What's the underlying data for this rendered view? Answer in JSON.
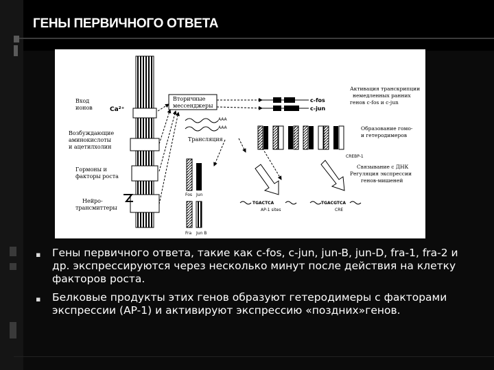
{
  "slide": {
    "title": "ГЕНЫ ПЕРВИЧНОГО ОТВЕТА"
  },
  "figure": {
    "labels": {
      "ion_entry": [
        "Вход",
        "ионов"
      ],
      "ca": "Ca²⁺",
      "excitatory": [
        "Возбуждающие",
        "аминокислоты",
        "и ацетилхолин"
      ],
      "hormones": [
        "Гормоны и",
        "факторы роста"
      ],
      "neuro": [
        "Нейро-",
        "трансмиттеры"
      ],
      "second_messengers": [
        "Вторичные",
        "мессенджеры"
      ],
      "aaa1": "AAA",
      "aaa2": "AAA",
      "translation": "Трансляция",
      "c_fos": "c-fos",
      "c_jun": "c-jun",
      "activation": [
        "Активация транскрипции",
        "немедленных ранних",
        "генов c-fos и c-jun"
      ],
      "dimers": [
        "Образование гомо-",
        "и гетеродимеров"
      ],
      "creb": "CREBP-1",
      "dna_binding": [
        "Связывание с ДНК",
        "Регуляция экспрессии",
        "генов-мишеней"
      ],
      "fos": "Fos",
      "jun": "Jun",
      "fra": "Fra",
      "jun_b": "Jun B",
      "tgactca": "TGACTCA",
      "ap1": "AP-1 sites",
      "tgacgtca": "TGACGTCA",
      "cre": "CRE"
    }
  },
  "bullets": [
    "Гены первичного ответа, такие как c-fos, c-jun, jun-B, jun-D, fra-1, fra-2 и др. экспрессируются через несколько минут после действия на клетку факторов роста.",
    "Белковые продукты этих генов образуют гетеродимеры с факторами экспрессии (AP-1) и активируют экспрессию «поздних»генов."
  ]
}
